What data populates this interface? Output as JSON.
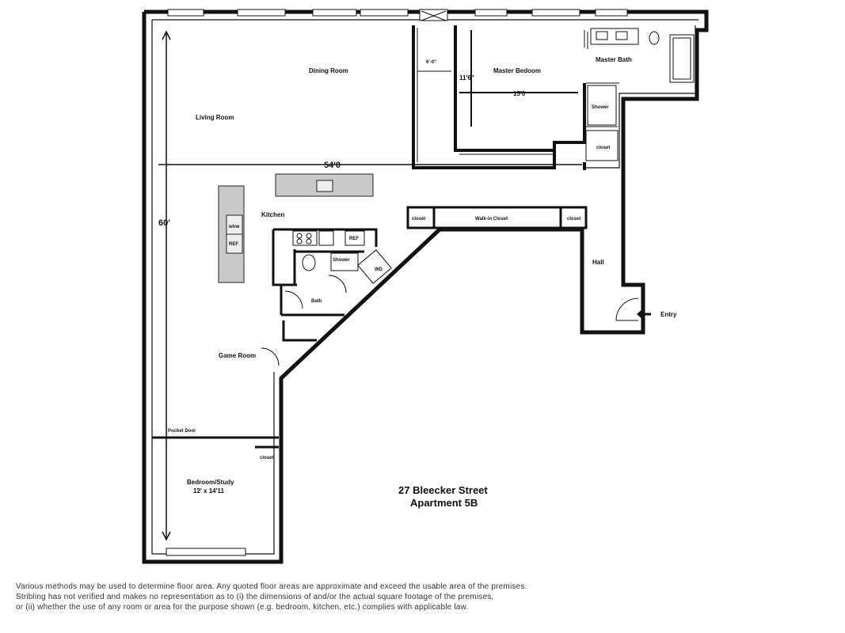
{
  "rooms": {
    "living_room": "Living Room",
    "dining_room": "Dining Room",
    "master_bedroom": "Master Bedoom",
    "master_bath": "Master Bath",
    "kitchen": "Kitchen",
    "bath": "Bath",
    "game_room": "Game Room",
    "bedroom_study": "Bedroom/Study",
    "bedroom_study_size": "12' x 14'11",
    "hall": "Hall",
    "entry": "Entry",
    "walk_in_closet": "Walk-in Closet",
    "closet": "closet",
    "shower": "Shower",
    "ref": "REF",
    "wine": "wine",
    "wd": "WD",
    "pocket_door": "Pocket Door"
  },
  "dimensions": {
    "overall_width": "54'0",
    "overall_height": "60'",
    "master_bed_width": "15'0",
    "master_bed_depth": "11'6\"",
    "closet_dim": "6'-0\""
  },
  "address": {
    "line1": "27 Bleecker Street",
    "line2": "Apartment 5B"
  },
  "disclaimer": [
    "Various methods may be used to determine floor area.  Any quoted floor areas are approximate and exceed the usable area of the premises.",
    "Stribling has not verified and makes no representation as to (i) the dimensions of and/or the actual square footage of the premises,",
    "or (ii) whether the use of any room or area for the purpose shown (e.g. bedroom, kitchen, etc.) complies with applicable law."
  ]
}
